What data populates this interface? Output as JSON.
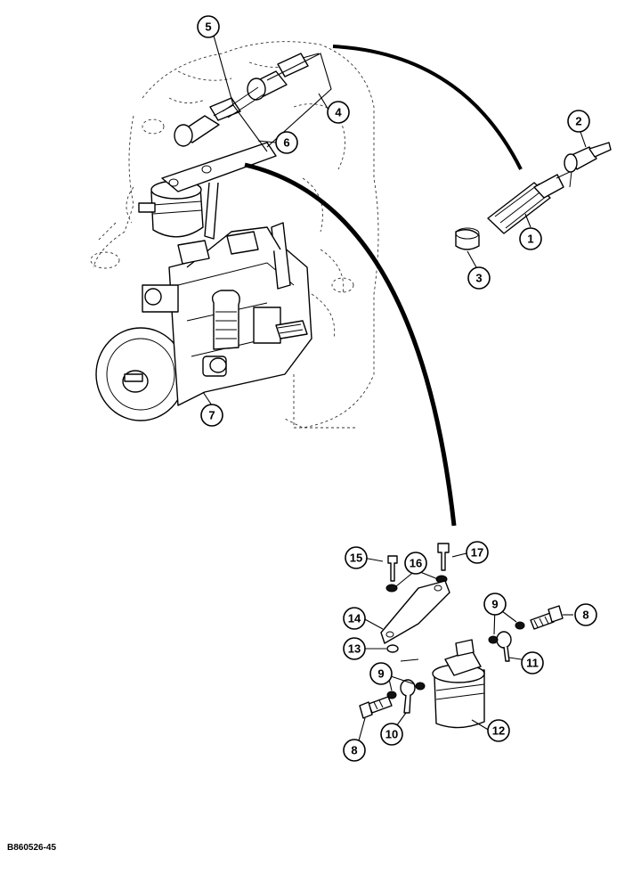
{
  "drawing_code": "B860526-45",
  "callouts": [
    {
      "label": "1"
    },
    {
      "label": "2"
    },
    {
      "label": "3"
    },
    {
      "label": "4"
    },
    {
      "label": "5"
    },
    {
      "label": "6"
    },
    {
      "label": "7"
    },
    {
      "label": "8"
    },
    {
      "label": "8"
    },
    {
      "label": "9"
    },
    {
      "label": "9"
    },
    {
      "label": "10"
    },
    {
      "label": "11"
    },
    {
      "label": "12"
    },
    {
      "label": "13"
    },
    {
      "label": "14"
    },
    {
      "label": "15"
    },
    {
      "label": "16"
    },
    {
      "label": "17"
    }
  ]
}
